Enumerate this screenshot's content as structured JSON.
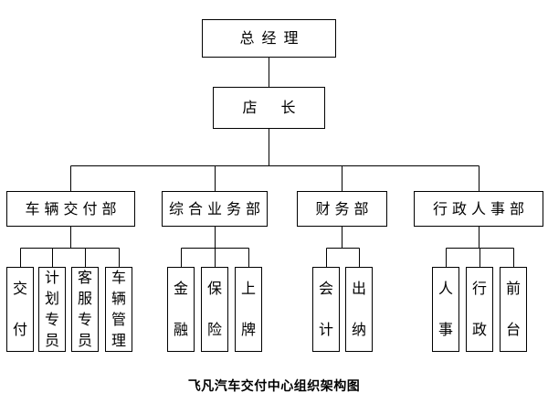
{
  "chart": {
    "root": {
      "label": "总经理"
    },
    "manager": {
      "label": "店　长"
    },
    "departments": [
      {
        "label": "车辆交付部",
        "children": [
          "交付",
          "计划专员",
          "客服专员",
          "车辆管理"
        ]
      },
      {
        "label": "综合业务部",
        "children": [
          "金融",
          "保险",
          "上牌"
        ]
      },
      {
        "label": "财务部",
        "children": [
          "会计",
          "出纳"
        ]
      },
      {
        "label": "行政人事部",
        "children": [
          "人事",
          "行政",
          "前台"
        ]
      }
    ],
    "caption": "飞凡汽车交付中心组织架构图",
    "colors": {
      "line": "#000000",
      "box_border": "#000000",
      "background": "#ffffff",
      "text": "#000000"
    }
  }
}
